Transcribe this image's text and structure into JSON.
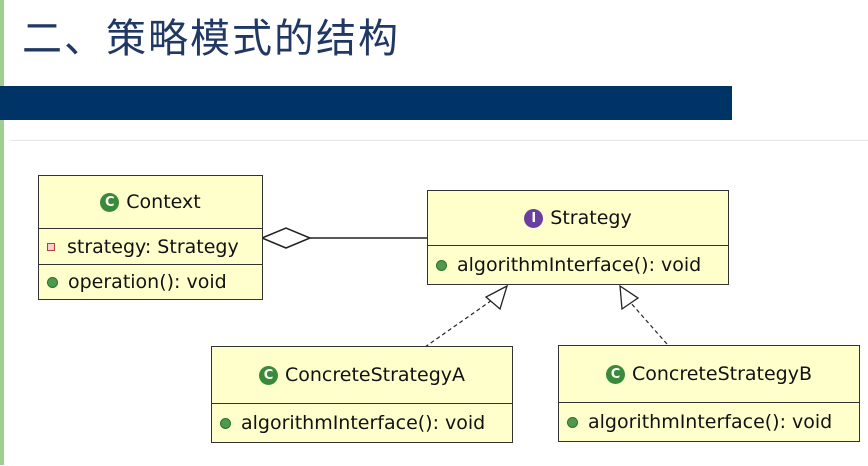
{
  "slide": {
    "title": "二、策略模式的结构"
  },
  "diagram": {
    "context": {
      "name": "Context",
      "attribute": "strategy: Strategy",
      "operation": "operation(): void"
    },
    "strategy": {
      "name": "Strategy",
      "operation": "algorithmInterface(): void"
    },
    "concrete_a": {
      "name": "ConcreteStrategyA",
      "operation": "algorithmInterface(): void"
    },
    "concrete_b": {
      "name": "ConcreteStrategyB",
      "operation": "algorithmInterface(): void"
    },
    "icons": {
      "class": "class-c-icon",
      "interface": "interface-i-icon",
      "public_method": "green-dot-icon",
      "private_field": "red-square-icon"
    },
    "colors": {
      "class_fill": "#ffffcc",
      "banner": "#003366",
      "title": "#203864"
    }
  }
}
